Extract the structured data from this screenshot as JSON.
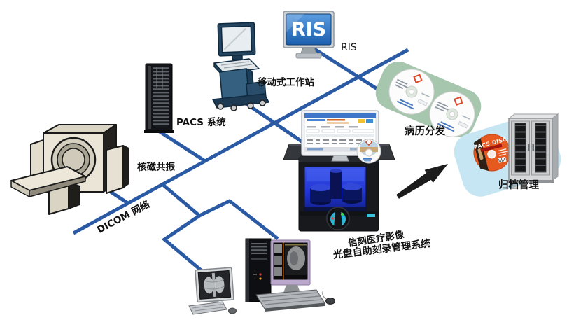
{
  "diagram": {
    "labels": {
      "pacs_system": "PACS 系统",
      "mobile_workstation": "移动式工作站",
      "ris": "RIS",
      "ris_screen": "RIS",
      "mri": "核磁共振",
      "dicom_network": "DICOM 网络",
      "record_distribution": "病历分发",
      "archive_management": "归档管理",
      "burn_system_line1": "信刻医疗影像",
      "burn_system_line2": "光盘自助刻录管理系统",
      "pacs_disc": "PACS DISC"
    },
    "colors": {
      "network_line": "#2b5aa5",
      "distribution_panel": "#a6c6ae",
      "archive_panel": "#c5e6f2",
      "pacs_disc_orange": "#e65a20",
      "ris_screen_blue": "#2f6fba",
      "machine_window_blue": "#2336d6",
      "accent_cyan": "#39c3da",
      "arrow": "#1c1c1c"
    }
  }
}
